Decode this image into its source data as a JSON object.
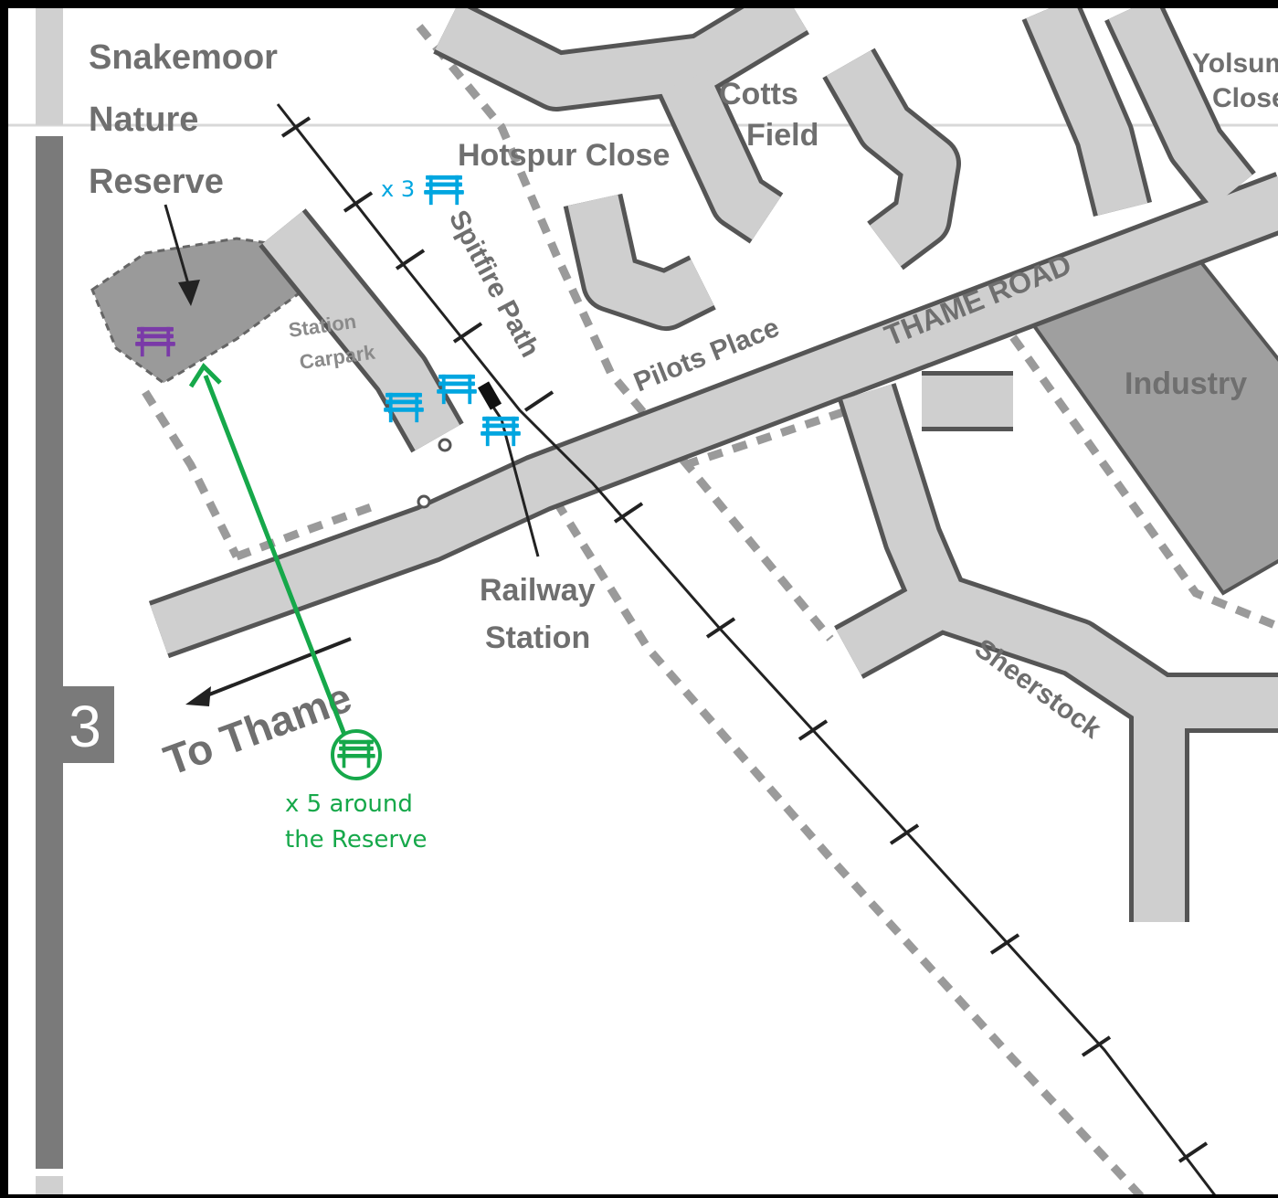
{
  "map": {
    "grid_number": "3",
    "labels": {
      "nature_reserve": [
        "Snakemoor",
        "Nature",
        "Reserve"
      ],
      "cotts_field": [
        "Cotts",
        "Field"
      ],
      "hotspur_close": "Hotspur Close",
      "spitfire_path": "Spitfire Path",
      "station_carpark": [
        "Station",
        "Carpark"
      ],
      "pilots_place": "Pilots Place",
      "thame_road": "THAME ROAD",
      "industry": "Industry",
      "railway_station": [
        "Railway",
        "Station"
      ],
      "to_thame": "To Thame",
      "sheerstock": "Sheerstock",
      "yolsum_close": [
        "Yolsum",
        "Close"
      ]
    },
    "annotations": {
      "blue_count": "x 3",
      "green_note": [
        "x 5 around",
        "the Reserve"
      ]
    },
    "colors": {
      "blue_bench": "#00a6e0",
      "green_bench": "#16a84a",
      "purple_bench": "#7a3aa8",
      "area_fill": "#9a9a9a",
      "road_fill": "#cfcfcf"
    },
    "icons": [
      "bench-icon",
      "arrow-icon"
    ]
  }
}
